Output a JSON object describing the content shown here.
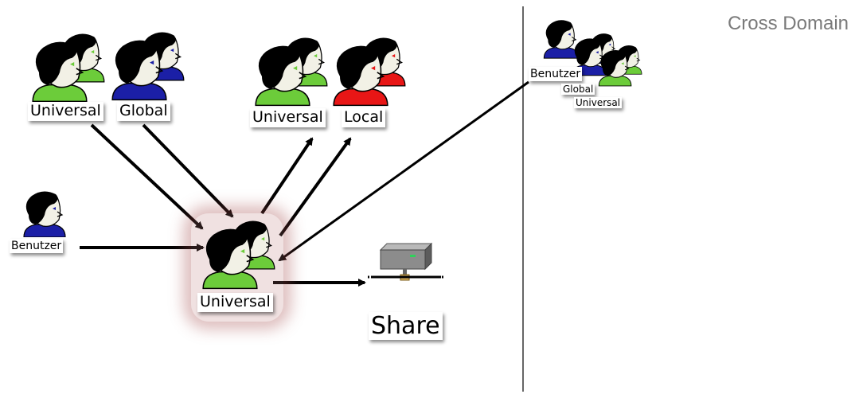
{
  "title": "Cross Domain",
  "colors": {
    "skin": "#f2f1e6",
    "hair": "#000000",
    "universal": "#6ccc3a",
    "global": "#1b1fa6",
    "local": "#e81616",
    "benutzer_shirt": "#1b1fa6",
    "glow": "#b45a5a",
    "divider": "#000000",
    "title": "#7a7a7a"
  },
  "groups": {
    "universal_top": {
      "label": "Universal",
      "type": "universal-group",
      "icon": "user-group-icon"
    },
    "global_top": {
      "label": "Global",
      "type": "global-group",
      "icon": "user-group-icon"
    },
    "universal_target": {
      "label": "Universal",
      "type": "universal-group",
      "icon": "user-group-icon"
    },
    "local_target": {
      "label": "Local",
      "type": "local-group",
      "icon": "user-group-icon"
    },
    "universal_center": {
      "label": "Universal",
      "type": "universal-group",
      "icon": "user-group-icon",
      "highlighted": true
    }
  },
  "user": {
    "label": "Benutzer",
    "icon": "user-icon"
  },
  "share": {
    "label": "Share",
    "icon": "server-icon"
  },
  "cross_domain": {
    "user_label": "Benutzer",
    "global_label": "Global",
    "universal_label": "Universal"
  }
}
